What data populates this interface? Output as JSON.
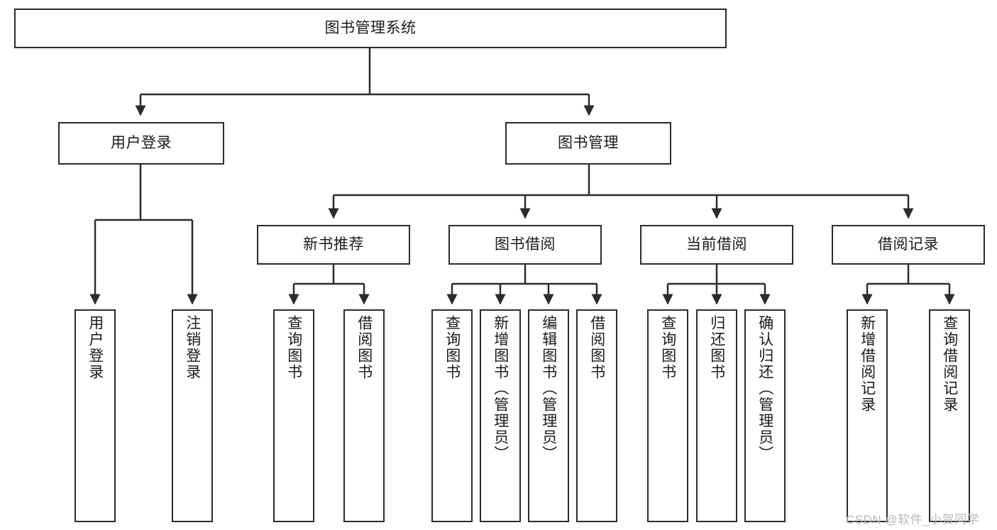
{
  "diagram": {
    "title": "图书管理系统",
    "type": "tree-hierarchy-diagram",
    "colors": {
      "box_border": "#2b2b2b",
      "box_fill": "#ffffff",
      "edge": "#2b2b2b",
      "text": "#1a1a1a",
      "watermark": "#b9b9b9"
    },
    "root": {
      "label": "图书管理系统"
    },
    "level2": [
      {
        "id": "user-login",
        "label": "用户登录"
      },
      {
        "id": "book-management",
        "label": "图书管理"
      }
    ],
    "level3": [
      {
        "id": "new-book-recommend",
        "label": "新书推荐"
      },
      {
        "id": "book-borrow",
        "label": "图书借阅"
      },
      {
        "id": "current-borrow",
        "label": "当前借阅"
      },
      {
        "id": "borrow-record",
        "label": "借阅记录"
      }
    ],
    "leaves": {
      "user_login": [
        {
          "id": "leaf-user-login",
          "label": "用户登录"
        },
        {
          "id": "leaf-logout-login",
          "label": "注销登录"
        }
      ],
      "new_book_recommend": [
        {
          "id": "leaf-query-book-1",
          "label": "查询图书"
        },
        {
          "id": "leaf-borrow-book-1",
          "label": "借阅图书"
        }
      ],
      "book_borrow": [
        {
          "id": "leaf-query-book-2",
          "label": "查询图书"
        },
        {
          "id": "leaf-add-book",
          "label": "新增图书（管理员）"
        },
        {
          "id": "leaf-edit-book",
          "label": "编辑图书（管理员）"
        },
        {
          "id": "leaf-borrow-book-2",
          "label": "借阅图书"
        }
      ],
      "current_borrow": [
        {
          "id": "leaf-query-book-3",
          "label": "查询图书"
        },
        {
          "id": "leaf-return-book",
          "label": "归还图书"
        },
        {
          "id": "leaf-confirm-return",
          "label": "确认归还（管理员）"
        }
      ],
      "borrow_record": [
        {
          "id": "leaf-add-record",
          "label": "新增借阅记录"
        },
        {
          "id": "leaf-query-record",
          "label": "查询借阅记录"
        }
      ]
    },
    "watermark": "CSDN @软件_小贺同学"
  }
}
